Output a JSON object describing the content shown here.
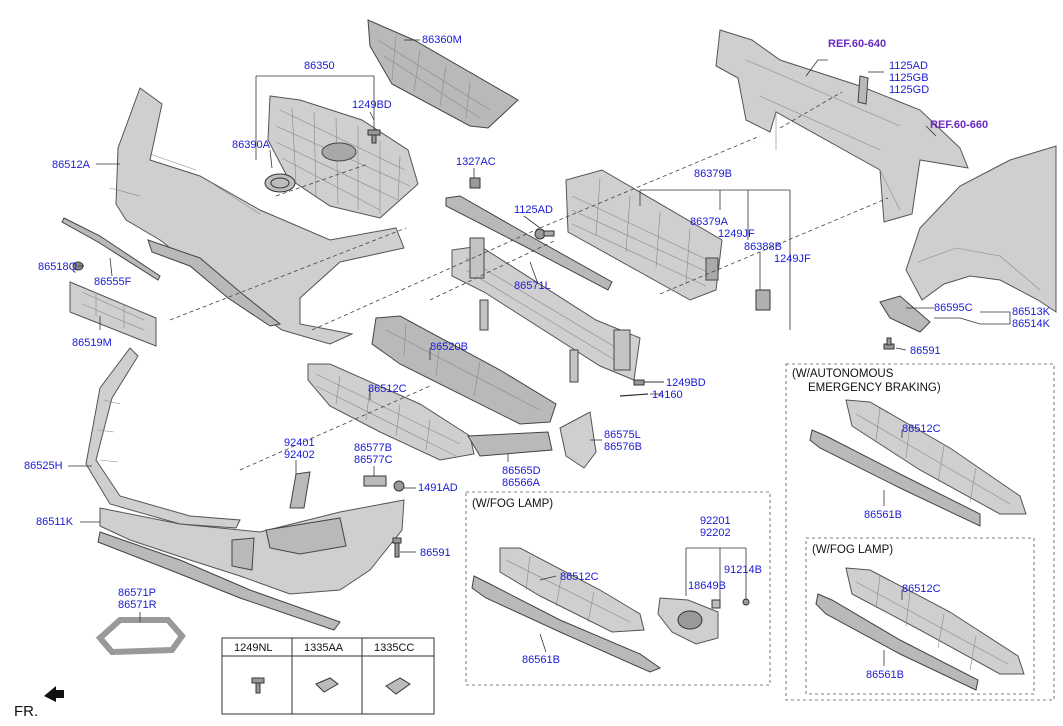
{
  "labels": {
    "p86360M": "86360M",
    "p86350": "86350",
    "p1249BD_top": "1249BD",
    "p86390A": "86390A",
    "p86512A": "86512A",
    "p86518Q": "86518Q",
    "p86555F": "86555F",
    "p86519M": "86519M",
    "p1327AC": "1327AC",
    "p1125AD_mid": "1125AD",
    "p86571L": "86571L",
    "p86379B": "86379B",
    "p86379A": "86379A",
    "p1249JF_a": "1249JF",
    "p86388B": "86388B",
    "p1249JF_b": "1249JF",
    "ref_60_640": "REF.60-640",
    "p1125AD_top": "1125AD",
    "p1125GB": "1125GB",
    "p1125GD": "1125GD",
    "ref_60_660": "REF.60-660",
    "p86595C": "86595C",
    "p86513K": "86513K",
    "p86514K": "86514K",
    "p86591_right": "86591",
    "p86520B": "86520B",
    "p86512C_main": "86512C",
    "p1249BD_mid": "1249BD",
    "p14160": "14160",
    "p92401": "92401",
    "p92402": "92402",
    "p86577B": "86577B",
    "p86577C": "86577C",
    "p86575L": "86575L",
    "p86576B": "86576B",
    "p86565D": "86565D",
    "p86566A": "86566A",
    "p1491AD": "1491AD",
    "p86525H": "86525H",
    "p86511K": "86511K",
    "p86591_left": "86591",
    "p86571P": "86571P",
    "p86571R": "86571R",
    "fog_86512C": "86512C",
    "fog_92201": "92201",
    "fog_92202": "92202",
    "fog_91214B": "91214B",
    "fog_18649B": "18649B",
    "fog_86561B": "86561B",
    "aeb_86512C": "86512C",
    "aeb_86561B": "86561B",
    "aebfog_86512C": "86512C",
    "aebfog_86561B": "86561B"
  },
  "notes": {
    "fog_lamp": "(W/FOG LAMP)",
    "aeb_line1": "(W/AUTONOMOUS",
    "aeb_line2": "EMERGENCY BRAKING)",
    "aeb_fog_lamp": "(W/FOG LAMP)",
    "front": "FR."
  },
  "fastener_table": {
    "headers": [
      "1249NL",
      "1335AA",
      "1335CC"
    ],
    "icons": [
      "bolt-icon",
      "clip-icon",
      "clip-icon"
    ]
  },
  "colors": {
    "label": "#1a1ad6",
    "reference": "#6a2bc4"
  }
}
